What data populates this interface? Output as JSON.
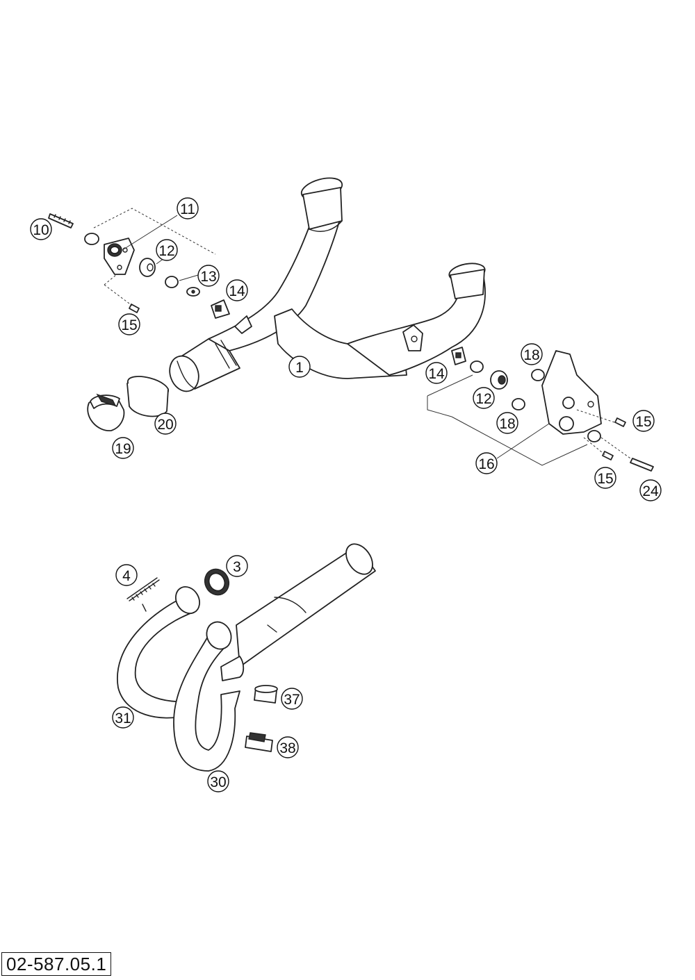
{
  "diagram": {
    "drawing_code": "02-587.05.1",
    "callouts": [
      "1",
      "3",
      "4",
      "10",
      "11",
      "12",
      "13",
      "14",
      "15",
      "16",
      "18",
      "19",
      "20",
      "24",
      "30",
      "31",
      "37",
      "38"
    ]
  }
}
